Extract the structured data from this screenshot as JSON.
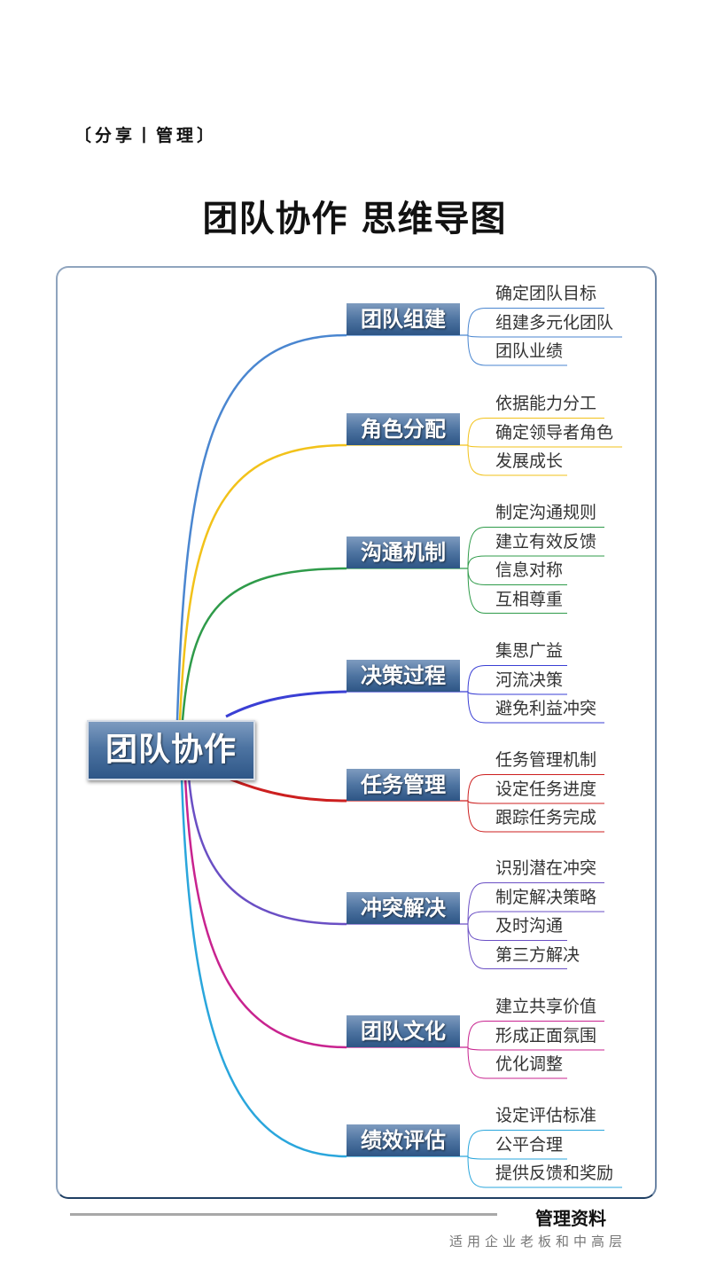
{
  "header": {
    "tag": "〔分享丨管理〕",
    "title": "团队协作  思维导图"
  },
  "central_node": {
    "label": "团队协作"
  },
  "branches": [
    {
      "label": "团队组建",
      "color": "#4a86d0",
      "children": [
        "确定团队目标",
        "组建多元化团队",
        "团队业绩"
      ]
    },
    {
      "label": "角色分配",
      "color": "#f2c21a",
      "children": [
        "依据能力分工",
        "确定领导者角色",
        "发展成长"
      ]
    },
    {
      "label": "沟通机制",
      "color": "#2f9b4a",
      "children": [
        "制定沟通规则",
        "建立有效反馈",
        "信息对称",
        "互相尊重"
      ]
    },
    {
      "label": "决策过程",
      "color": "#3a3fd4",
      "children": [
        "集思广益",
        "河流决策",
        "避免利益冲突"
      ]
    },
    {
      "label": "任务管理",
      "color": "#cc1f1f",
      "children": [
        "任务管理机制",
        "设定任务进度",
        "跟踪任务完成"
      ]
    },
    {
      "label": "冲突解决",
      "color": "#6a4fc4",
      "children": [
        "识别潜在冲突",
        "制定解决策略",
        "及时沟通",
        "第三方解决"
      ]
    },
    {
      "label": "团队文化",
      "color": "#c8238f",
      "children": [
        "建立共享价值",
        "形成正面氛围",
        "优化调整"
      ]
    },
    {
      "label": "绩效评估",
      "color": "#2aa6dc",
      "children": [
        "设定评估标准",
        "公平合理",
        "提供反馈和奖励"
      ]
    }
  ],
  "footer": {
    "title": "管理资料",
    "subtitle": "适用企业老板和中高层"
  }
}
